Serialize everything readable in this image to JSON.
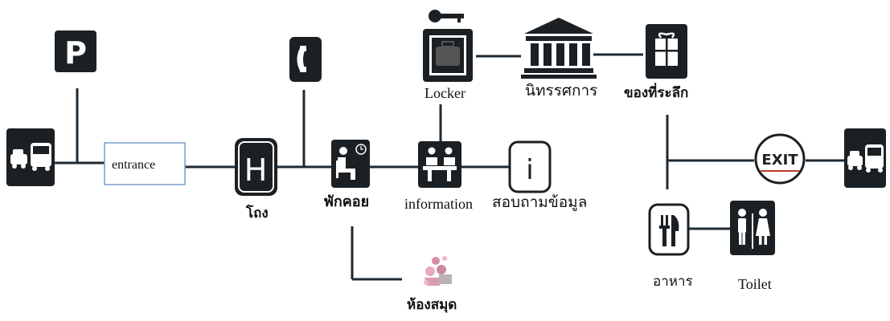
{
  "labels": {
    "entrance": "entrance",
    "lobby": "โถง",
    "rest": "พักคอย",
    "information": "information",
    "ask_info": "สอบถามข้อมูล",
    "library": "ห้องสมุด",
    "locker": "Locker",
    "exhibition": "นิทรรศการ",
    "souvenir": "ของที่ระลึก",
    "food": "อาหาร",
    "toilet": "Toilet"
  },
  "signs": {
    "parking": "P",
    "hall": "H",
    "info": "i",
    "exit": "EXIT"
  },
  "icons": [
    "bus-taxi-icon",
    "parking-icon",
    "telephone-icon",
    "hall-icon",
    "waiting-room-icon",
    "information-desk-icon",
    "info-icon",
    "library-icon",
    "locker-icon",
    "museum-icon",
    "souvenir-icon",
    "exit-icon",
    "restaurant-icon",
    "toilet-icon"
  ],
  "colors": {
    "sign": "#1b2024",
    "line": "#1e2a33",
    "exit_red": "#c0392b"
  }
}
